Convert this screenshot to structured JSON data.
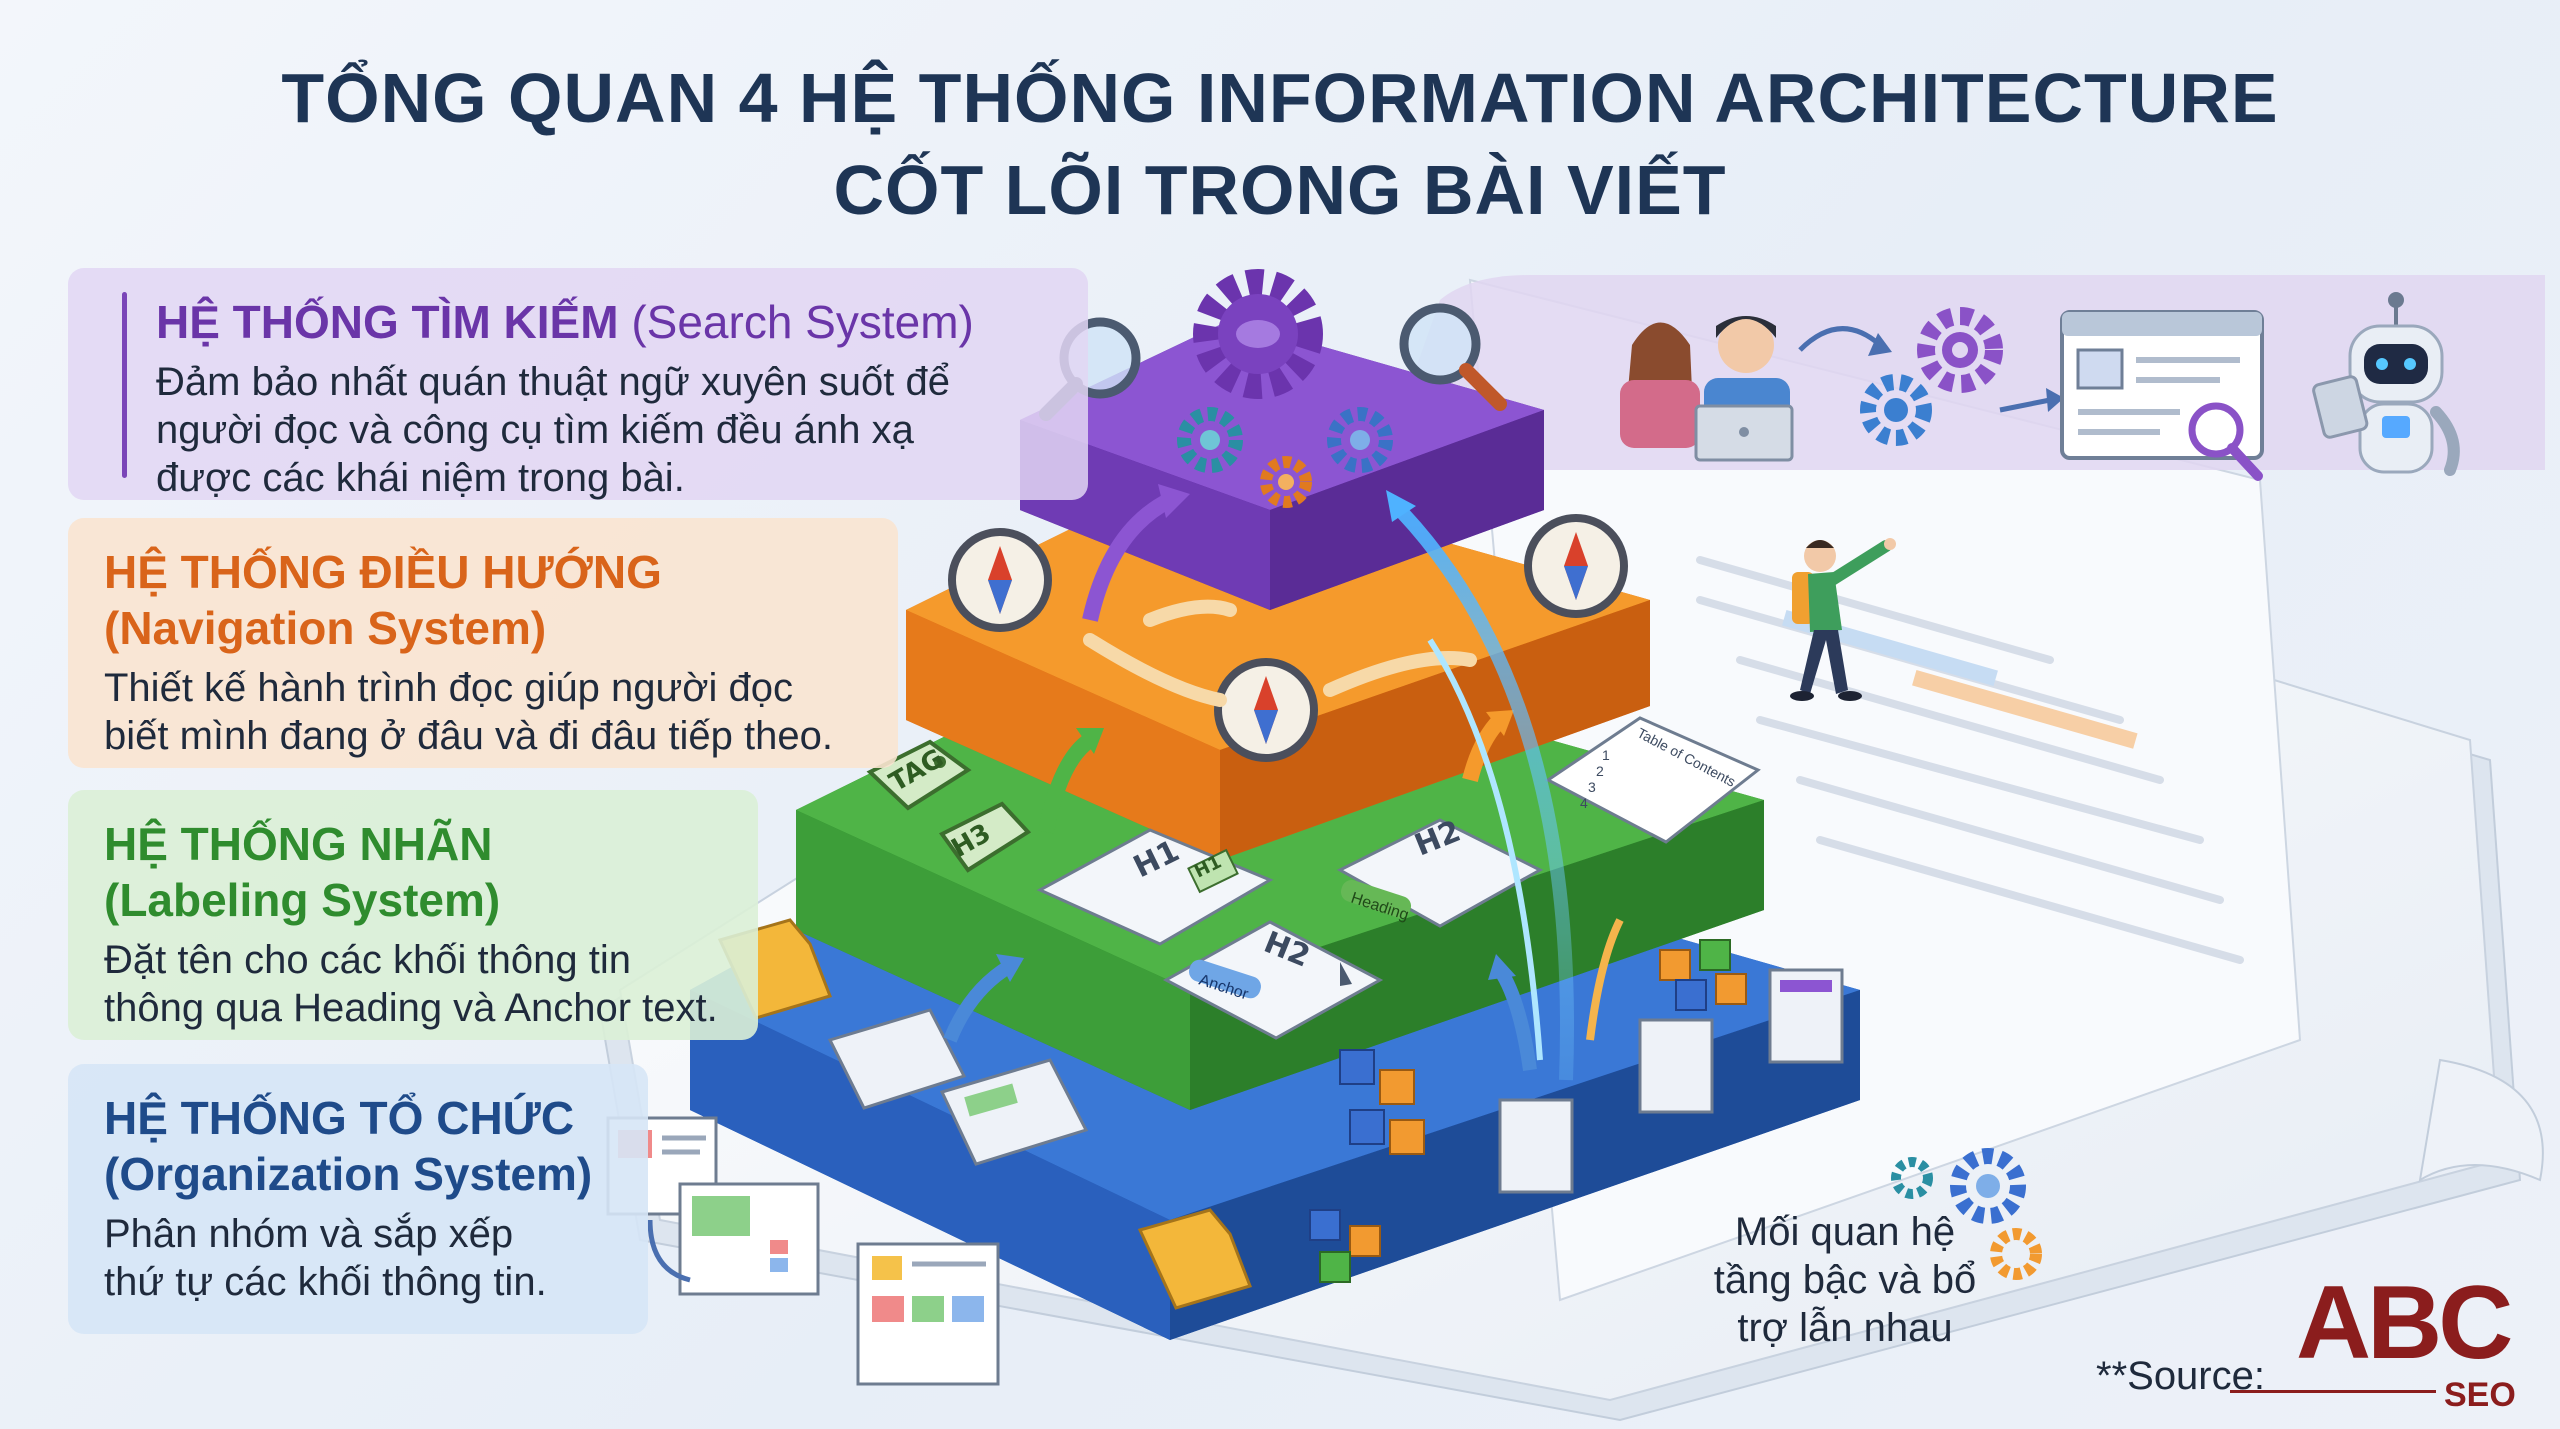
{
  "title": {
    "line1": "TỔNG QUAN 4 HỆ THỐNG INFORMATION ARCHITECTURE",
    "line2": "CỐT LÕI TRONG BÀI VIẾT"
  },
  "systems": [
    {
      "id": "search",
      "name": "HỆ THỐNG TÌM KIẾM",
      "english": "(Search System)",
      "description": "Đảm bảo nhất quán thuật ngữ xuyên suốt để người đọc và công cụ tìm kiếm đều ánh xạ được các khái niệm trong bài.",
      "desc_lines": [
        "Đảm bảo nhất quán thuật ngữ xuyên suốt để",
        "người đọc và công cụ tìm kiếm đều ánh xạ",
        "được các khái niệm trong bài."
      ],
      "color": "#7b44c2"
    },
    {
      "id": "navigation",
      "name": "HỆ THỐNG ĐIỀU HƯỚNG",
      "english": "(Navigation System)",
      "desc_lines": [
        "Thiết kế hành trình đọc giúp người đọc",
        "biết mình đang ở đâu và đi đâu tiếp theo."
      ],
      "color": "#ef8a1e"
    },
    {
      "id": "labeling",
      "name": "HỆ THỐNG NHÃN",
      "english": "(Labeling System)",
      "desc_lines": [
        "Đặt tên cho các khối thông tin",
        "thông qua Heading và Anchor text."
      ],
      "color": "#3e9e3c"
    },
    {
      "id": "organization",
      "name": "HỆ THỐNG TỔ CHỨC",
      "english": "(Organization System)",
      "desc_lines": [
        "Phân nhóm và sắp xếp",
        "thứ tự các khối thông tin."
      ],
      "color": "#2f6fc9"
    }
  ],
  "diagram_labels": {
    "tag": "TAG",
    "h3": "H3",
    "h1": "H1",
    "h1_small": "H1",
    "h2a": "H2",
    "h2b": "H2",
    "heading": "Heading",
    "anchor": "Anchor",
    "toc": "Table of Contents",
    "toc_items": [
      "1",
      "2",
      "3",
      "4"
    ]
  },
  "caption_lines": [
    "Mối quan hệ",
    "tầng bậc và bổ",
    "trợ lẫn nhau"
  ],
  "source_label": "**Source:",
  "logo": {
    "main": "ABC",
    "sub": "SEO"
  },
  "colors": {
    "purple": "#7b44c2",
    "orange": "#ef8a1e",
    "green": "#3e9e3c",
    "blue": "#2f6fc9",
    "logo": "#8b1d1d"
  }
}
